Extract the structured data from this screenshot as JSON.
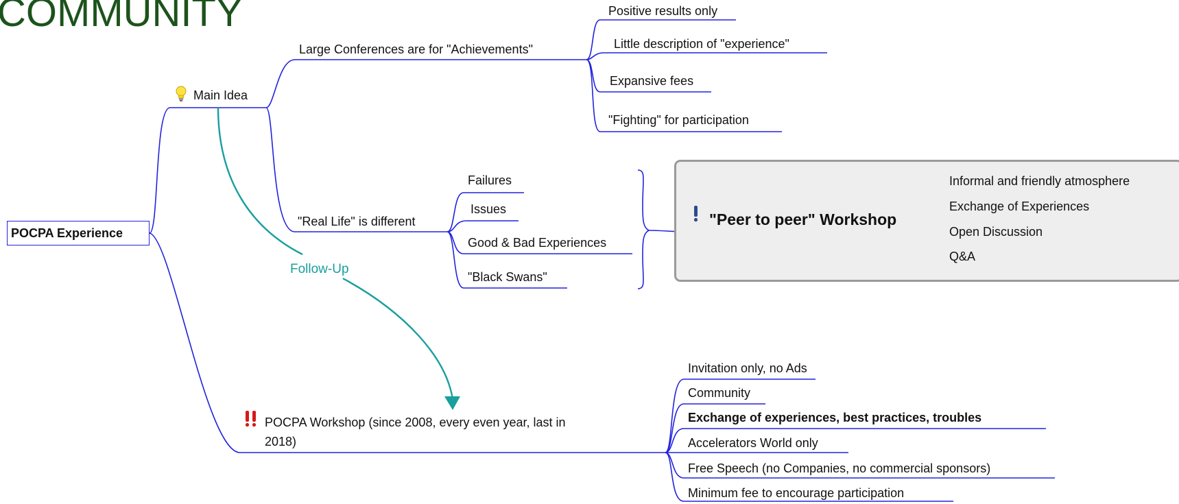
{
  "title": "COMMUNITY",
  "root": "POCPA Experience",
  "main_idea": {
    "label": "Main Idea",
    "icon": "lightbulb-icon",
    "children": {
      "large_conf": {
        "label": "Large Conferences are for \"Achievements\"",
        "items": [
          "Positive results only",
          "Little description of \"experience\"",
          "Expansive fees",
          "\"Fighting\" for participation"
        ]
      },
      "real_life": {
        "label": "\"Real Life\" is different",
        "items": [
          "Failures",
          "Issues",
          "Good & Bad Experiences",
          "\"Black Swans\""
        ]
      }
    }
  },
  "peer": {
    "label": "\"Peer to peer\" Workshop",
    "icon": "exclamation-icon",
    "items": [
      "Informal and friendly atmosphere",
      "Exchange of Experiences",
      "Open Discussion",
      "Q&A"
    ]
  },
  "relationship": {
    "label": "Follow-Up",
    "color": "#1a9e9e"
  },
  "workshop": {
    "label_line1": "POCPA Workshop (since 2008, every even year, last in",
    "label_line2": "2018)",
    "icon": "double-exclamation-icon",
    "items": [
      "Invitation only, no Ads",
      "Community",
      "Exchange of experiences, best practices, troubles",
      "Accelerators World only",
      "Free Speech (no Companies, no commercial sponsors)",
      "Minimum fee to encourage participation"
    ]
  },
  "colors": {
    "title": "#1c531c",
    "branch": "#2222dd",
    "followup": "#1a9e9e",
    "box_bg": "#eeeeee",
    "box_border": "#9a9a9a"
  }
}
